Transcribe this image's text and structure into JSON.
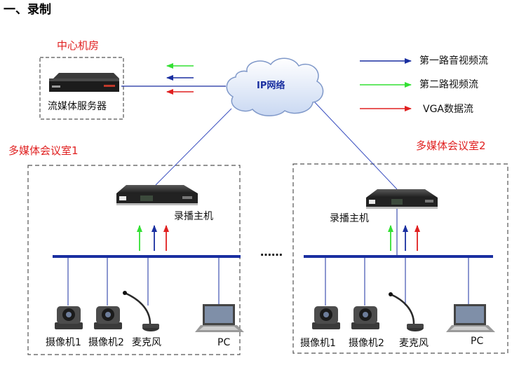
{
  "section_title": "一、录制",
  "center_room": {
    "title": "中心机房",
    "server_label": "流媒体服务器"
  },
  "network": {
    "label": "IP网络"
  },
  "legend": [
    {
      "label": "第一路音视频流",
      "color": "#1a2fa0"
    },
    {
      "label": "第二路视频流",
      "color": "#33e033"
    },
    {
      "label": "VGA数据流",
      "color": "#e02020"
    }
  ],
  "rooms": [
    {
      "title": "多媒体会议室1",
      "recorder_label": "录播主机",
      "devices": {
        "camera1": "摄像机1",
        "camera2": "摄像机2",
        "mic": "麦克风",
        "pc": "PC"
      }
    },
    {
      "title": "多媒体会议室2",
      "recorder_label": "录播主机",
      "devices": {
        "camera1": "摄像机1",
        "camera2": "摄像机2",
        "mic": "麦克风",
        "pc": "PC"
      }
    }
  ],
  "ellipsis": "……",
  "colors": {
    "bus": "#1a2fa0",
    "link": "#3a4fc0",
    "label_red": "#e02020"
  }
}
